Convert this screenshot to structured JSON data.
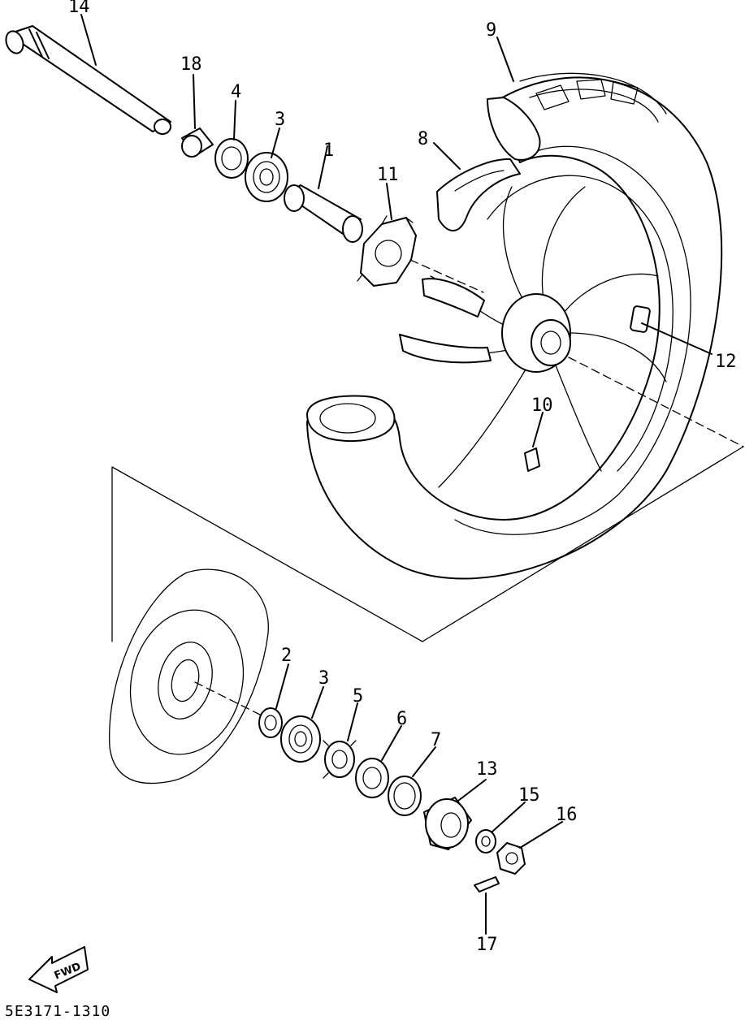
{
  "diagram": {
    "labels": {
      "p1": "1",
      "p2": "2",
      "p3a": "3",
      "p3b": "3",
      "p4": "4",
      "p5": "5",
      "p6": "6",
      "p7": "7",
      "p8": "8",
      "p9": "9",
      "p10": "10",
      "p11": "11",
      "p12": "12",
      "p13": "13",
      "p14": "14",
      "p15": "15",
      "p16": "16",
      "p17": "17",
      "p18": "18"
    },
    "forward_badge": "FWD",
    "drawing_code": "5E3171-1310"
  }
}
